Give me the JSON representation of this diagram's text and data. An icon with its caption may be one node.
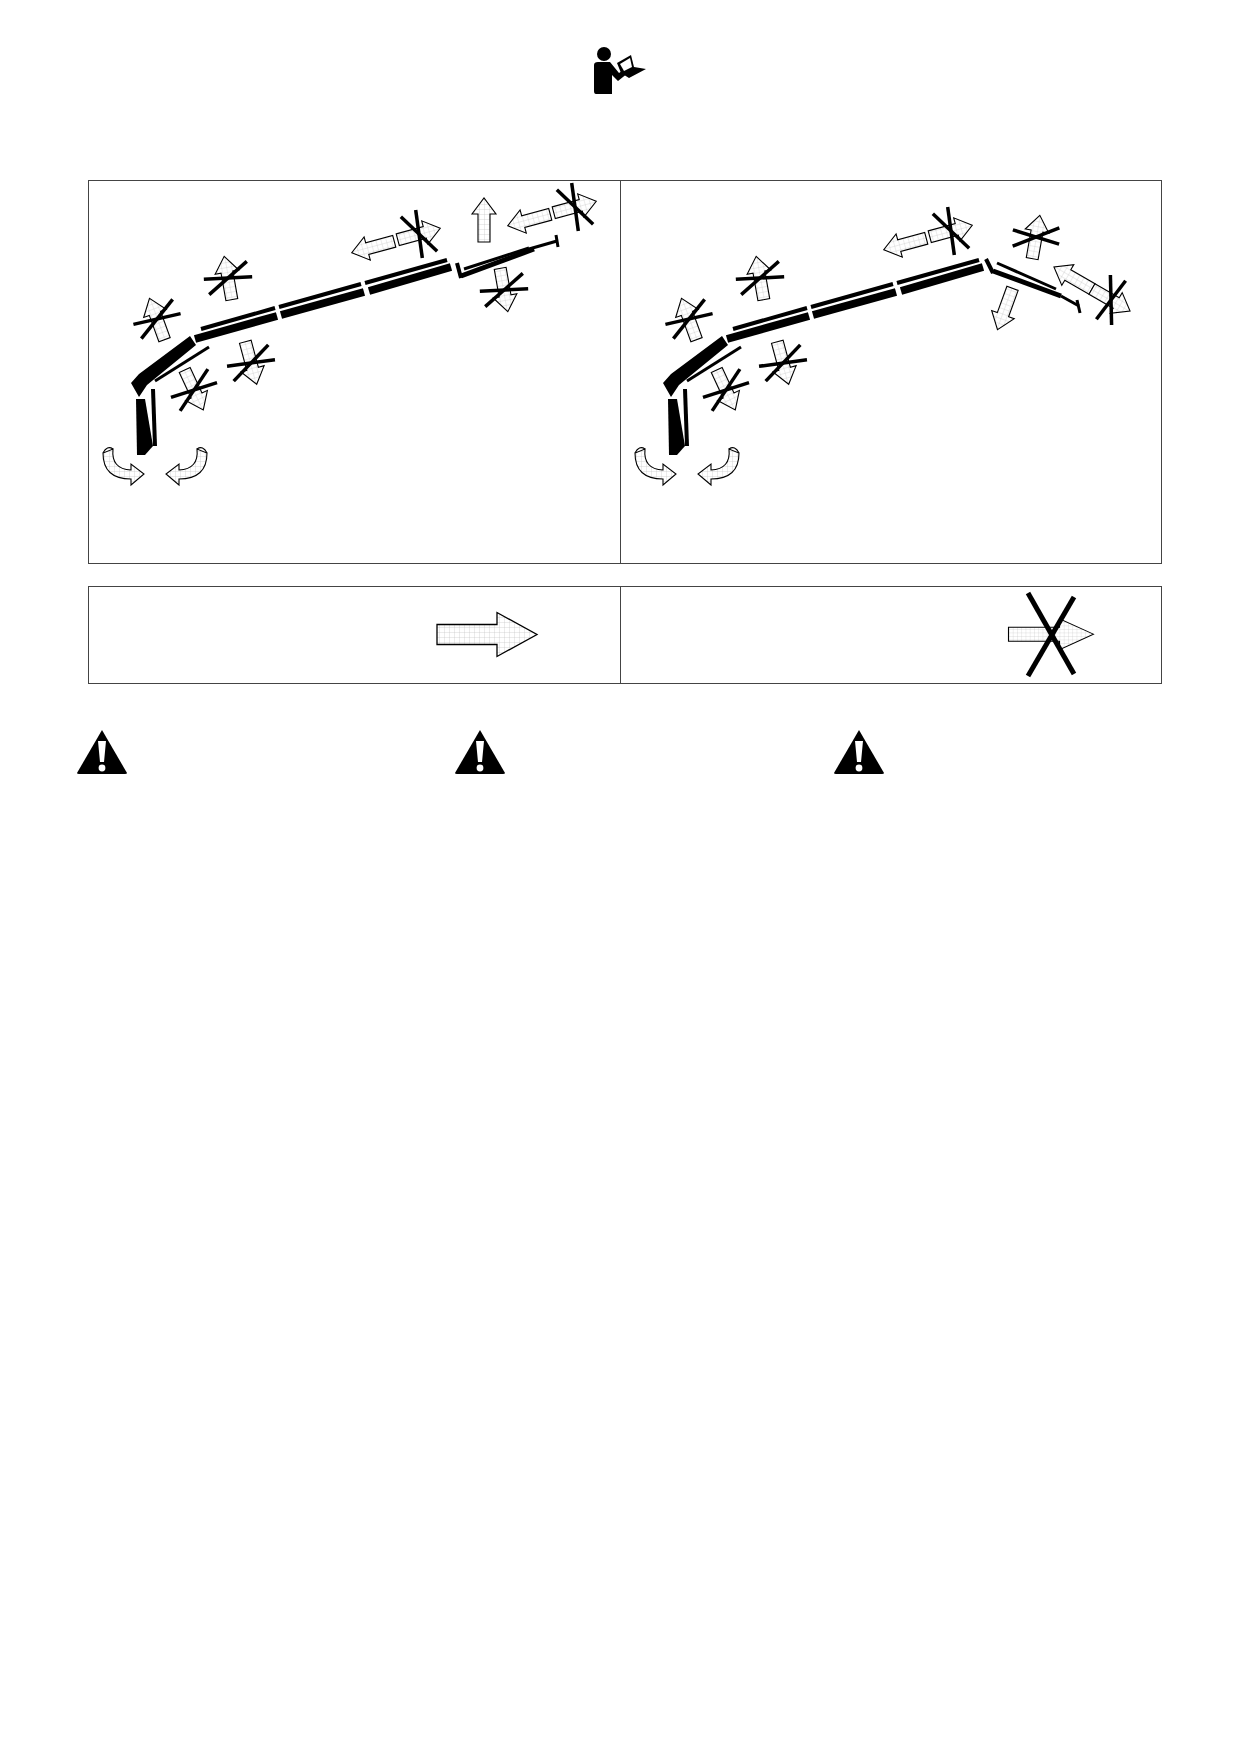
{
  "diagram": {
    "nodes": [
      {
        "text": [],
        "shape": "box"
      },
      {
        "text": [],
        "shape": "box"
      },
      {
        "text": [],
        "shape": "picture",
        "in": 0
      },
      {
        "text": [],
        "shape": "picture",
        "in": 1
      },
      {
        "text": [],
        "shape": "box"
      },
      {
        "text": [],
        "shape": "box"
      }
    ]
  }
}
